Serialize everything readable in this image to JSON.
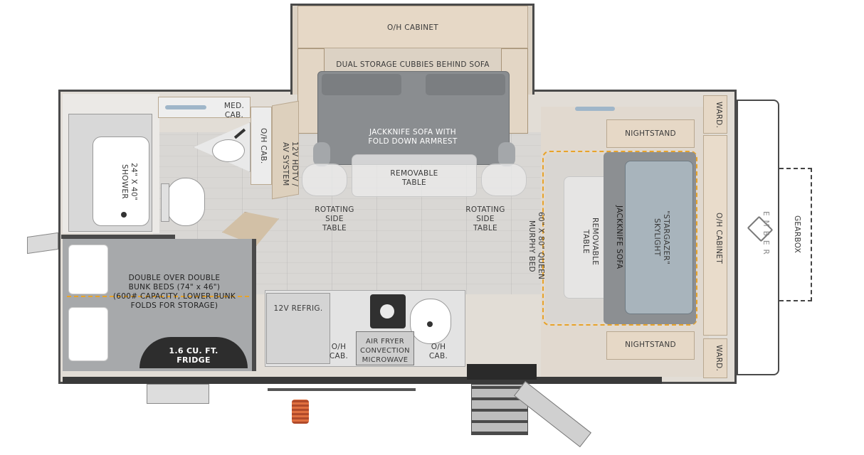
{
  "labels": {
    "oh_cabinet_top": "O/H CABINET",
    "dual_storage": "DUAL STORAGE CUBBIES BEHIND SOFA",
    "med_cab": "MED.\nCAB.",
    "oh_cab_side": "O/H CAB.",
    "hdtv": "12V HDTV /\nAV SYSTEM",
    "shower": "24\" X 40\"\nSHOWER",
    "jackknife_sofa": "JACKKNIFE SOFA WITH\nFOLD DOWN ARMREST",
    "removable_table_top": "REMOVABLE\nTABLE",
    "rotating_left": "ROTATING\nSIDE\nTABLE",
    "rotating_right": "ROTATING\nSIDE\nTABLE",
    "bunks": "DOUBLE OVER DOUBLE\nBUNK BEDS (74\" x 46\")\n(600# CAPACITY, LOWER BUNK\nFOLDS FOR STORAGE)",
    "fridge_small": "1.6 CU. FT.\nFRIDGE",
    "refrig_12v": "12V REFRIG.",
    "oh_cab_kitchen_left": "O/H\nCAB.",
    "microwave": "AIR FRYER\nCONVECTION\nMICROWAVE",
    "oh_cab_kitchen_right": "O/H\nCAB.",
    "murphy_bed": "60\" X 80\" QUEEN\nMURPHY BED",
    "removable_table_right": "REMOVABLE\nTABLE",
    "jackknife_sofa_right": "JACKKNIFE SOFA",
    "stargazer": "\"STARGAZER\"\nSKYLIGHT",
    "nightstand_top": "NIGHTSTAND",
    "nightstand_bottom": "NIGHTSTAND",
    "oh_cabinet_right": "O/H CABINET",
    "ward_top": "WARD.",
    "ward_bottom": "WARD.",
    "gearbox": "GEARBOX"
  },
  "logo": {
    "brand_text": "EMBER"
  },
  "colors": {
    "accent_dash": "#e8a32a",
    "wall": "#4a4a4a",
    "cabinet": "#e6d8c6",
    "sofa": "#8a8d90"
  }
}
